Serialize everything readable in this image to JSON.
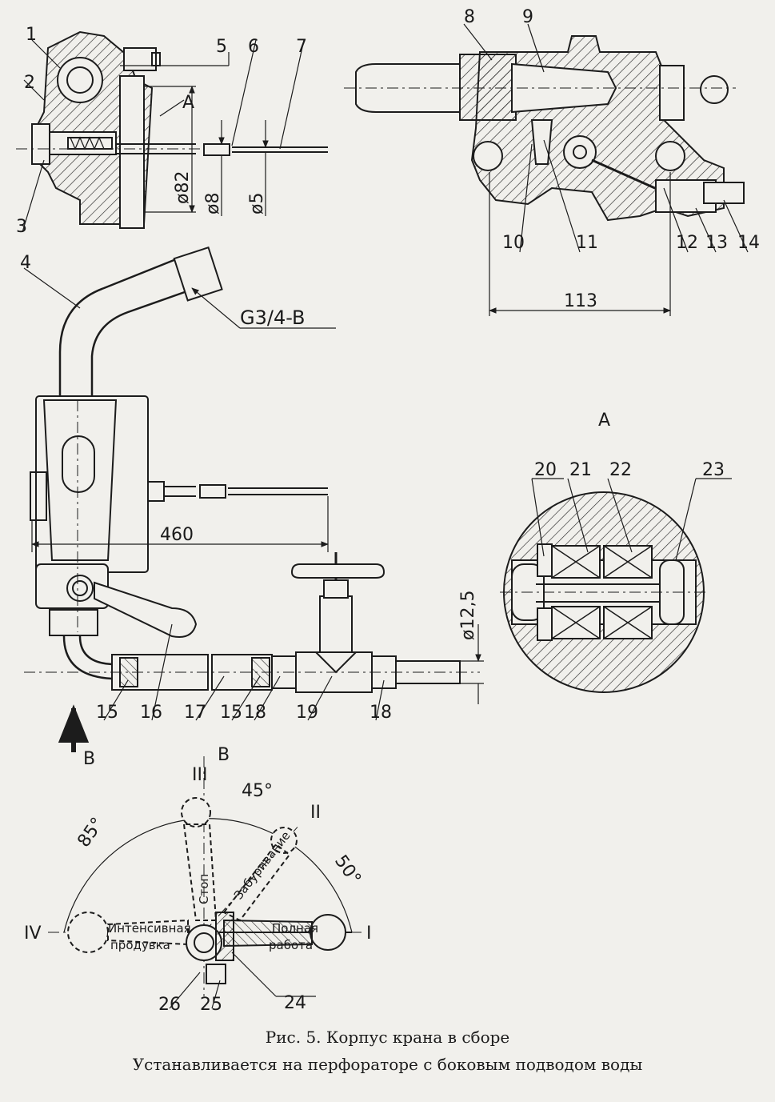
{
  "figure": {
    "caption_line1": "Рис. 5.  Корпус крана в сборе",
    "caption_line2": "Устанавливается на перфораторе с боковым подводом воды"
  },
  "callouts": {
    "c1": "1",
    "c2": "2",
    "c3": "3",
    "c4": "4",
    "c5": "5",
    "c6": "6",
    "c7": "7",
    "c8": "8",
    "c9": "9",
    "c10": "10",
    "c11": "11",
    "c12": "12",
    "c13": "13",
    "c14": "14",
    "c15a": "15",
    "c15b": "15",
    "c16": "16",
    "c17": "17",
    "c18a": "18",
    "c18b": "18",
    "c19": "19",
    "c20": "20",
    "c21": "21",
    "c22": "22",
    "c23": "23",
    "c24": "24",
    "c25": "25",
    "c26": "26"
  },
  "dimensions": {
    "d82": "ø82",
    "d8": "ø8",
    "d5": "ø5",
    "d113": "113",
    "d460": "460",
    "d125": "ø12,5",
    "thread": "G3/4-B"
  },
  "views": {
    "view_a": "A",
    "section_a": "A",
    "arrow_b": "B",
    "view_b": "B"
  },
  "positions": {
    "pos_I": "I",
    "pos_II": "II",
    "pos_III": "III",
    "pos_IV": "IV",
    "ang85": "85°",
    "ang45": "45°",
    "ang50": "50°"
  },
  "handle_labels": {
    "stop": "Стоп",
    "drilling": "Забуривание",
    "intensive1": "Интенсивная",
    "intensive2": "продувка",
    "full1": "Полная",
    "full2": "работа"
  },
  "colors": {
    "ink": "#1c1c1c",
    "paper": "#f1f0ec",
    "hatch": "#2a2a2a"
  }
}
